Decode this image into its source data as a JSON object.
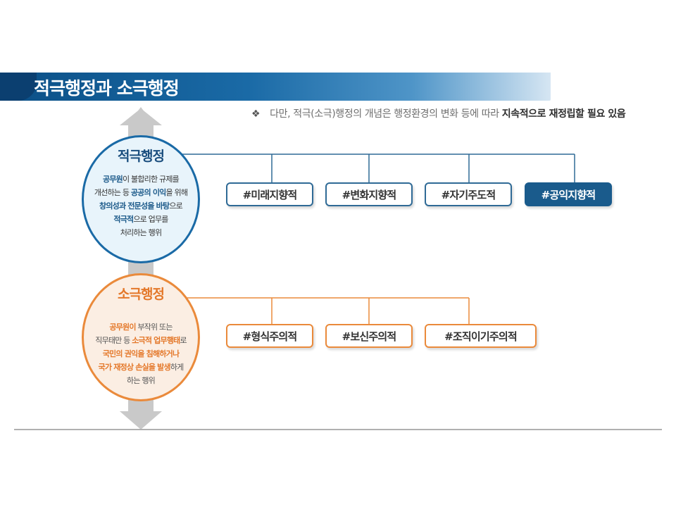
{
  "header": {
    "title": "적극행정과 소극행정"
  },
  "note": {
    "bullet": "❖",
    "text_plain": "다만, 적극(소극)행정의 개념은 행정환경의 변화 등에 따라 ",
    "text_bold": "지속적으로 재정립할 필요 있음"
  },
  "positive": {
    "title": "적극행정",
    "lines": [
      [
        "",
        "공무원",
        "이 불합리한 규제를"
      ],
      [
        "개선하는 등 ",
        "공공의 이익",
        "을 위해"
      ],
      [
        "",
        "창의성과 전문성을 바탕",
        "으로"
      ],
      [
        "",
        "적극적",
        "으로 업무를"
      ],
      [
        "처리하는 행위",
        "",
        ""
      ]
    ],
    "tags": [
      "#미래지향적",
      "#변화지향적",
      "#자기주도적",
      "#공익지향적"
    ]
  },
  "negative": {
    "title": "소극행정",
    "lines": [
      [
        "",
        "공무원이",
        " 부작위 또는"
      ],
      [
        "직무태만 등 ",
        "소극적 업무행태",
        "로"
      ],
      [
        "",
        "국민의 권익을 침해하거나",
        ""
      ],
      [
        "",
        "국가 재정상 손실을 발생",
        "하게"
      ],
      [
        "하는 행위",
        "",
        ""
      ]
    ],
    "tags": [
      "#형식주의적",
      "#보신주의적",
      "#조직이기주의적"
    ]
  },
  "colors": {
    "blue": "#1a6aa6",
    "navy": "#1a5b8c",
    "orange": "#ea8a3b",
    "gray": "#c9c9c9"
  }
}
